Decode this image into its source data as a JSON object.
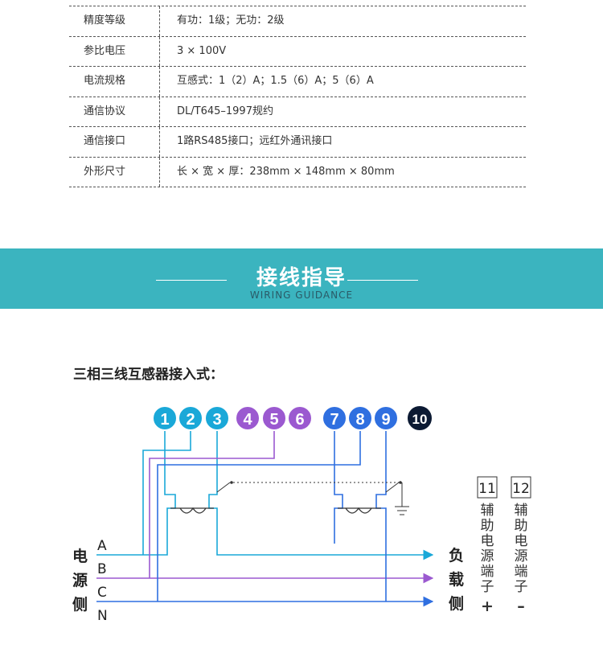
{
  "spec_rows": [
    {
      "key": "精度等级",
      "value": "有功：1级；无功：2级"
    },
    {
      "key": "参比电压",
      "value": "3 × 100V"
    },
    {
      "key": "电流规格",
      "value": "互感式：1（2）A；1.5（6）A；5（6）A"
    },
    {
      "key": "通信协议",
      "value": "DL/T645–1997规约"
    },
    {
      "key": "通信接口",
      "value": "1路RS485接口；远红外通讯接口"
    },
    {
      "key": "外形尺寸",
      "value": "长 × 宽 × 厚：238mm × 148mm × 80mm"
    }
  ],
  "banner": {
    "title": "接线指导",
    "subtitle": "WIRING GUIDANCE"
  },
  "heading": "三相三线互感器接入式：",
  "terminals": [
    {
      "label": "1",
      "color": "#1aa8d8"
    },
    {
      "label": "2",
      "color": "#1aa8d8"
    },
    {
      "label": "3",
      "color": "#1aa8d8"
    },
    {
      "label": "4",
      "color": "#9b59d0"
    },
    {
      "label": "5",
      "color": "#9b59d0"
    },
    {
      "label": "6",
      "color": "#9b59d0"
    },
    {
      "label": "7",
      "color": "#2f6fe0"
    },
    {
      "label": "8",
      "color": "#2f6fe0"
    },
    {
      "label": "9",
      "color": "#2f6fe0"
    },
    {
      "label": "10",
      "color": "#0c1a33"
    }
  ],
  "source_side": {
    "chars": [
      "电",
      "源",
      "侧"
    ],
    "phases": [
      "A",
      "B",
      "C",
      "N"
    ]
  },
  "load_side": {
    "chars": [
      "负",
      "载",
      "侧"
    ]
  },
  "aux": {
    "t11": "11",
    "t12": "12",
    "label_plus": [
      "辅",
      "助",
      "电",
      "源",
      "端",
      "子"
    ],
    "label_minus": [
      "辅",
      "助",
      "电",
      "源",
      "端",
      "子"
    ],
    "plus": "+",
    "minus": "–"
  },
  "colors": {
    "banner": "#3bb4bf",
    "cyan": "#1aa8d8",
    "purple": "#9b59d0",
    "blue": "#2f6fe0",
    "dark": "#0c1a33"
  }
}
